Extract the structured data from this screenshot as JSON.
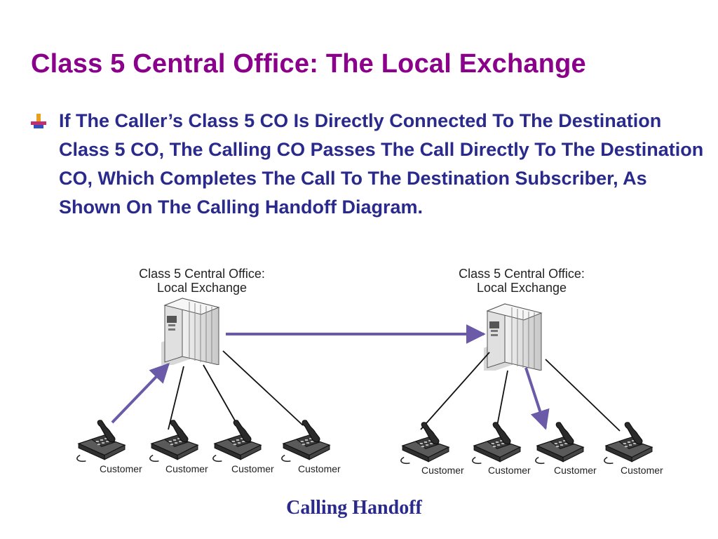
{
  "slide": {
    "title": "Class 5 Central Office: The Local Exchange",
    "bullet": "If The Caller’s Class 5 CO Is Directly Connected To The Destination Class 5 CO, The Calling CO Passes The Call Directly To The Destination CO, Which Completes The Call To The Destination Subscriber, As Shown On The Calling Handoff Diagram.",
    "caption": "Calling Handoff"
  },
  "diagram": {
    "offices": [
      {
        "label_line1": "Class 5 Central Office:",
        "label_line2": "Local Exchange"
      },
      {
        "label_line1": "Class 5 Central Office:",
        "label_line2": "Local Exchange"
      }
    ],
    "customers_left": [
      "Customer",
      "Customer",
      "Customer",
      "Customer"
    ],
    "customers_right": [
      "Customer",
      "Customer",
      "Customer",
      "Customer"
    ],
    "colors": {
      "title": "#8b008b",
      "text": "#2a2a8c",
      "call_path": "#6a5aa8",
      "line": "#111111"
    }
  }
}
